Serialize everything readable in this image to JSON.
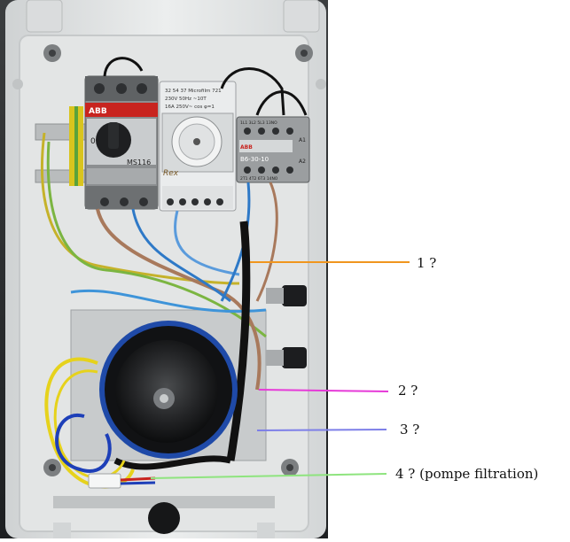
{
  "annotations": [
    {
      "id": "1",
      "text": "1 ?",
      "color": "#f0961e"
    },
    {
      "id": "2",
      "text": "2 ?",
      "color": "#e63ad8"
    },
    {
      "id": "3",
      "text": "3 ?",
      "color": "#7d7fe8"
    },
    {
      "id": "4",
      "text": "4 ? (pompe filtration)",
      "color": "#8ee47e"
    }
  ],
  "devices": {
    "breaker": {
      "brand": "ABB",
      "model": "MS116",
      "dial_mark": "0"
    },
    "timer": {
      "ref": "32 54 37 Microfilm 721",
      "spec_line1": "230V 50Hz ~10T",
      "spec_line2": "16A 250V~ cos φ=1",
      "brand": "Rex"
    },
    "contactor": {
      "brand": "ABB",
      "model": "B6-30-10",
      "top_terminals": "1L1  3L2  5L3  13NO",
      "bottom_terminals": "2T1  4T2  6T3  14NO",
      "coil_top": "A1",
      "coil_bottom": "A2"
    }
  }
}
